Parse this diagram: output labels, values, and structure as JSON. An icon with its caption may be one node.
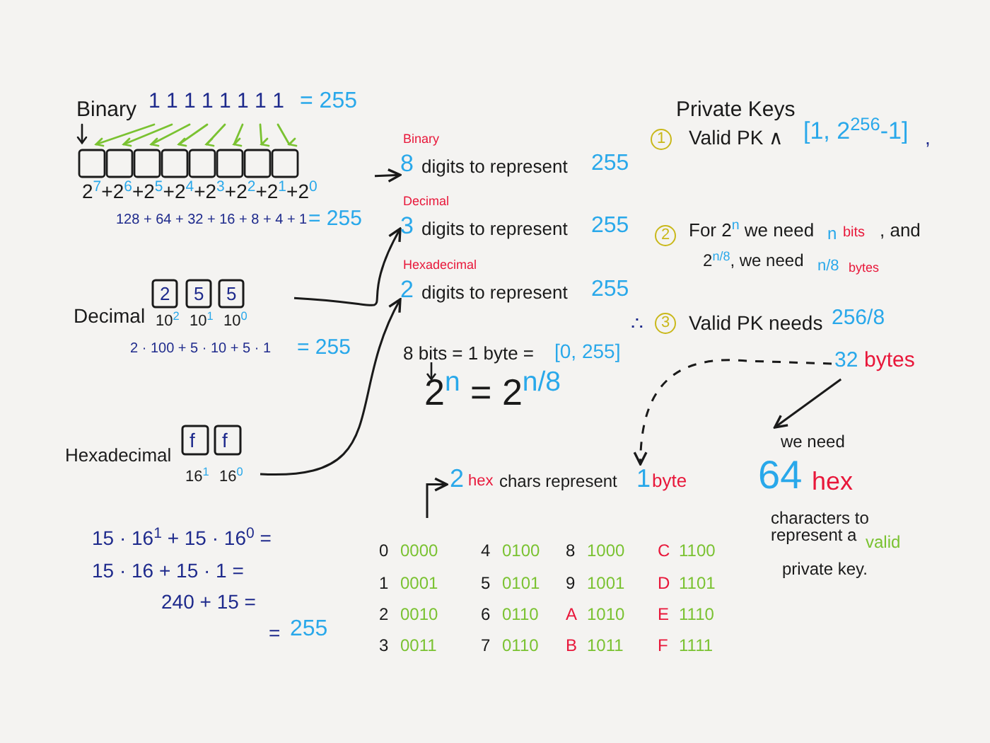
{
  "diagram": {
    "nodes": [
      {
        "text": [
          "Binary",
          "1 1 1 1 1 1 1 1",
          "= 255",
          "2$^{7}$+2$^{6}$+2$^{5}$+2$^{4}$+2$^{3}$+2$^{2}$+2$^{1}$+2$^{0}$",
          "128 + 64 + 32 + 16 + 8 + 4 + 1",
          "= 255"
        ]
      },
      {
        "text": [
          "Decimal",
          "2",
          "5",
          "5",
          "10$^{2}$",
          "10$^{1}$",
          "10$^{0}$"
        ]
      },
      {
        "text": [
          "Hexadecimal",
          "f",
          "f",
          "16$^{1}$",
          "16$^{0}$"
        ]
      },
      {
        "text": [
          "Binary",
          "8",
          "digits to represent",
          "255"
        ]
      },
      {
        "text": [
          "Decimal",
          "3",
          "digits to represent",
          "255"
        ]
      },
      {
        "text": [
          "Hexadecimal",
          "2",
          "digits to represent",
          "255"
        ]
      },
      {
        "text": [
          "32",
          "bytes"
        ]
      },
      {
        "text": [
          "2",
          "hex",
          "chars represent",
          "1",
          "byte"
        ]
      },
      {
        "text": [
          "we need",
          "64",
          "hex",
          "characters to represent a",
          "valid",
          "private key."
        ]
      }
    ],
    "edges": [
      {
        "from": 0,
        "to": 3,
        "arrow": "to"
      },
      {
        "from": 1,
        "to": 4,
        "arrow": "to"
      },
      {
        "from": 2,
        "to": 5,
        "arrow": "to"
      },
      {
        "from": 6,
        "to": 7,
        "arrow": "to",
        "style": "dashed"
      },
      {
        "from": 6,
        "to": 8,
        "arrow": "to"
      },
      {
        "from": null,
        "to": 7,
        "arrow": "to"
      }
    ],
    "labels": [
      "2 · 100 + 5 · 10 + 5 · 1",
      "= 255",
      "8 bits = 1 byte =",
      "[0, 255]",
      "2$^{n}$ = 2$^{n/8}$",
      "Private Keys",
      "1",
      "Valid PK ∧",
      "[1, 2$^{256}$-1]",
      ",",
      "2",
      "For 2$^{n}$ we need",
      "n",
      "bits",
      ", and",
      "2$^{n/8}$, we need",
      "n/8",
      "bytes",
      "∴",
      "3",
      "Valid PK needs",
      "256/8",
      "15 · 16$^{1}$ + 15 · 16$^{0}$ =",
      "15 · 16 + 15 · 1 =",
      "240 + 15 =",
      "=",
      "255",
      "0",
      "0000",
      "4",
      "0100",
      "8",
      "1000",
      "C",
      "1100",
      "1",
      "0001",
      "5",
      "0101",
      "9",
      "1001",
      "D",
      "1101",
      "2",
      "0010",
      "6",
      "0110",
      "A",
      "1010",
      "E",
      "1110",
      "3",
      "0011",
      "7",
      "0110",
      "B",
      "1011",
      "F",
      "1111"
    ]
  }
}
